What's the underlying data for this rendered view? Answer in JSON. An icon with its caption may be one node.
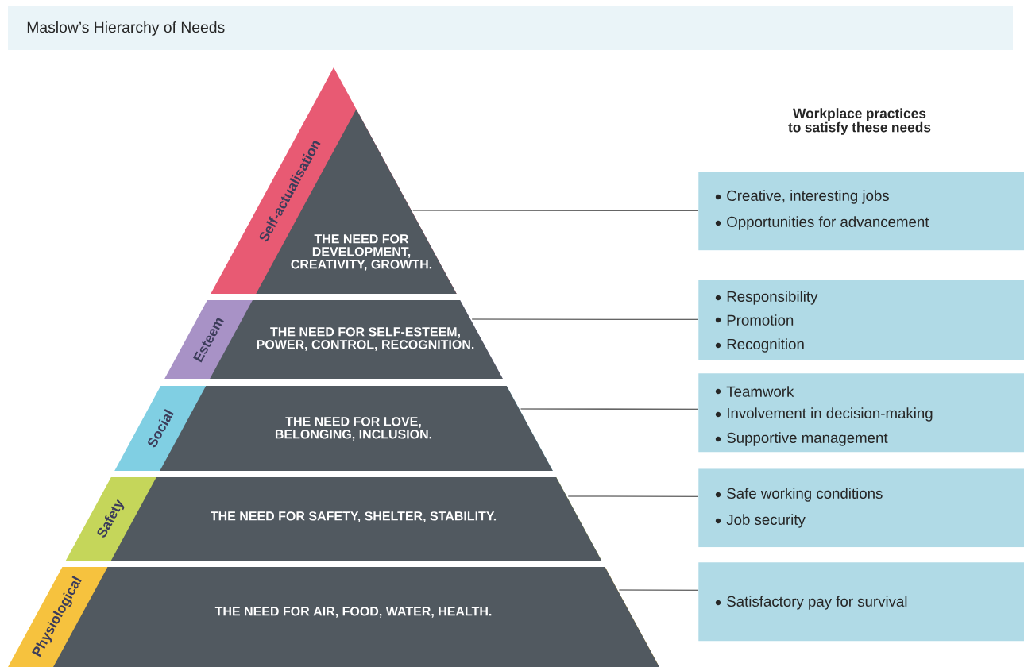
{
  "diagram": {
    "title": "Maslow’s Hierarchy of Needs",
    "nodes": [
      {
        "text": [
          "Self-actualisation",
          "THE NEED FOR DEVELOPMENT, CREATIVITY, GROWTH."
        ]
      },
      {
        "text": [
          "Esteem",
          "THE NEED FOR SELF-ESTEEM, POWER, CONTROL, RECOGNITION."
        ]
      },
      {
        "text": [
          "Social",
          "THE NEED FOR LOVE, BELONGING, INCLUSION."
        ]
      },
      {
        "text": [
          "Safety",
          "THE NEED FOR SAFETY, SHELTER, STABILITY."
        ]
      },
      {
        "text": [
          "Physiological",
          "THE NEED FOR AIR, FOOD, WATER, HEALTH."
        ]
      },
      {
        "text": [
          "Creative, interesting jobs",
          "Opportunities for advancement"
        ]
      },
      {
        "text": [
          "Responsibility",
          "Promotion",
          "Recognition"
        ]
      },
      {
        "text": [
          "Teamwork",
          "Involvement in decision-making",
          "Supportive management"
        ]
      },
      {
        "text": [
          "Safe working conditions",
          "Job security"
        ]
      },
      {
        "text": [
          "Satisfactory pay for survival"
        ]
      }
    ],
    "edges": [
      {
        "from": 0,
        "to": 5,
        "arrow": "none"
      },
      {
        "from": 1,
        "to": 6,
        "arrow": "none"
      },
      {
        "from": 2,
        "to": 7,
        "arrow": "none"
      },
      {
        "from": 3,
        "to": 8,
        "arrow": "none"
      },
      {
        "from": 4,
        "to": 9,
        "arrow": "none"
      }
    ],
    "labels": [
      "Workplace practices to satisfy these needs"
    ]
  }
}
